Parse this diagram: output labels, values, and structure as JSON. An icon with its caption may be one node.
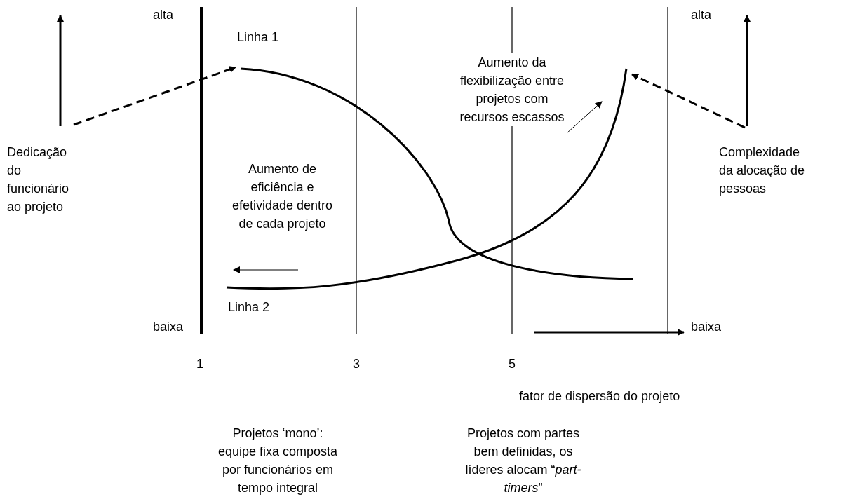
{
  "diagram": {
    "nodes": [
      {
        "text": [
          "Dedicação do funcionário ao projeto"
        ]
      },
      {
        "text": [
          "Linha 1"
        ]
      },
      {
        "text": [
          "Complexidade da alocação de pessoas"
        ]
      },
      {
        "text": [],
        "shape": "curve",
        "beside": [
          "Linha 2"
        ]
      }
    ],
    "edges": [
      {
        "from": 0,
        "to": 1,
        "arrow": "to",
        "style": "dashed"
      },
      {
        "from": 2,
        "to": 3,
        "arrow": "to",
        "style": "dashed"
      }
    ],
    "labels": [
      "alta",
      "alta",
      "Aumento da flexibilização entre projetos com recursos escassos",
      "Aumento de eficiência e efetividade dentro de cada projeto",
      "baixa",
      "baixa",
      "1",
      "3",
      "5",
      "fator de dispersão do projeto",
      "Projetos ‘mono’: equipe fixa composta por funcionários em tempo integral",
      "Projetos com partes bem definidas, os líderes alocam “*part-timers*”"
    ]
  }
}
